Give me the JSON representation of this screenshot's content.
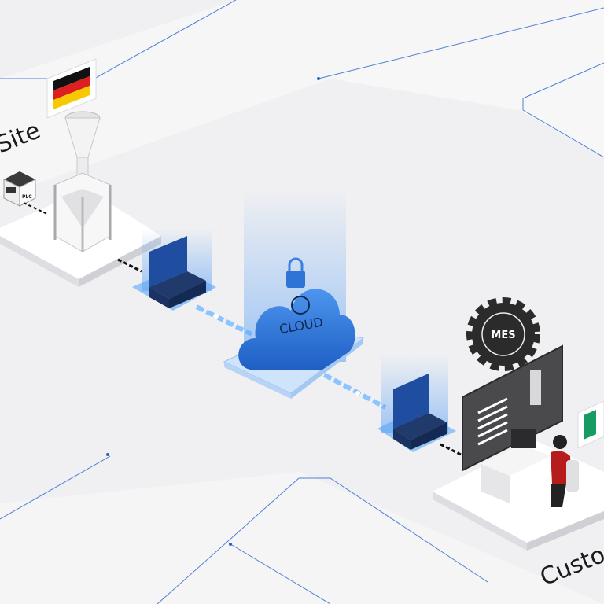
{
  "site": {
    "label": "Site",
    "plc_label": "PLC",
    "flag": "germany"
  },
  "cloud": {
    "label": "CLOUD",
    "icon": "lock-icon"
  },
  "mes": {
    "label": "MES",
    "icon": "gear-icon"
  },
  "customer": {
    "label": "Custo",
    "flag": "ireland"
  },
  "colors": {
    "accent": "#1e6fd9",
    "case": "#1f3a6b",
    "background": "#f0f0f2",
    "gear": "#2b2b2b"
  }
}
